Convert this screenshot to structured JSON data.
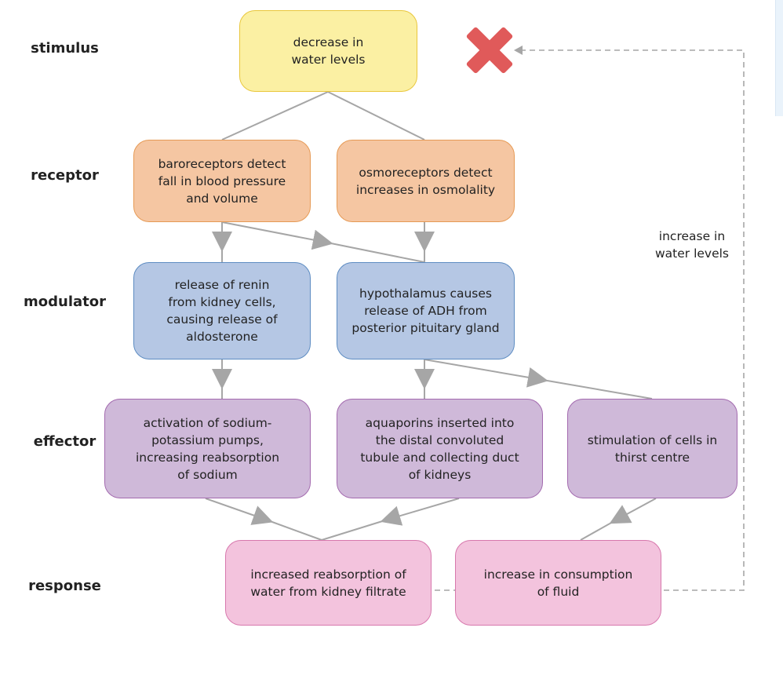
{
  "rows": {
    "stimulus": "stimulus",
    "receptor": "receptor",
    "modulator": "modulator",
    "effector": "effector",
    "response": "response"
  },
  "nodes": {
    "stimulus": "decrease in\nwater levels",
    "baroreceptors": "baroreceptors detect\nfall in blood pressure\nand volume",
    "osmoreceptors": "osmoreceptors detect\nincreases in osmolality",
    "renin": "release of renin\nfrom kidney cells,\ncausing release of\naldosterone",
    "hypothalamus": "hypothalamus causes\nrelease of ADH from\nposterior pituitary gland",
    "sodium_pumps": "activation of sodium-\npotassium pumps,\nincreasing reabsorption\nof sodium",
    "aquaporins": "aquaporins inserted into\nthe distal convoluted\ntubule and collecting duct\nof kidneys",
    "thirst": "stimulation of cells in\nthirst centre",
    "reabsorption": "increased reabsorption of\nwater from kidney filtrate",
    "consumption": "increase in consumption\nof fluid"
  },
  "feedback_label": "increase in\nwater levels",
  "colors": {
    "stimulus": "#fbf0a3",
    "receptor": "#f5c6a2",
    "modulator": "#b5c7e4",
    "effector": "#cfb9d9",
    "response": "#f3c3dd",
    "arrow": "#a6a6a6",
    "cross": "#e05a5a"
  },
  "icons": {
    "negative_feedback": "cross-icon"
  }
}
